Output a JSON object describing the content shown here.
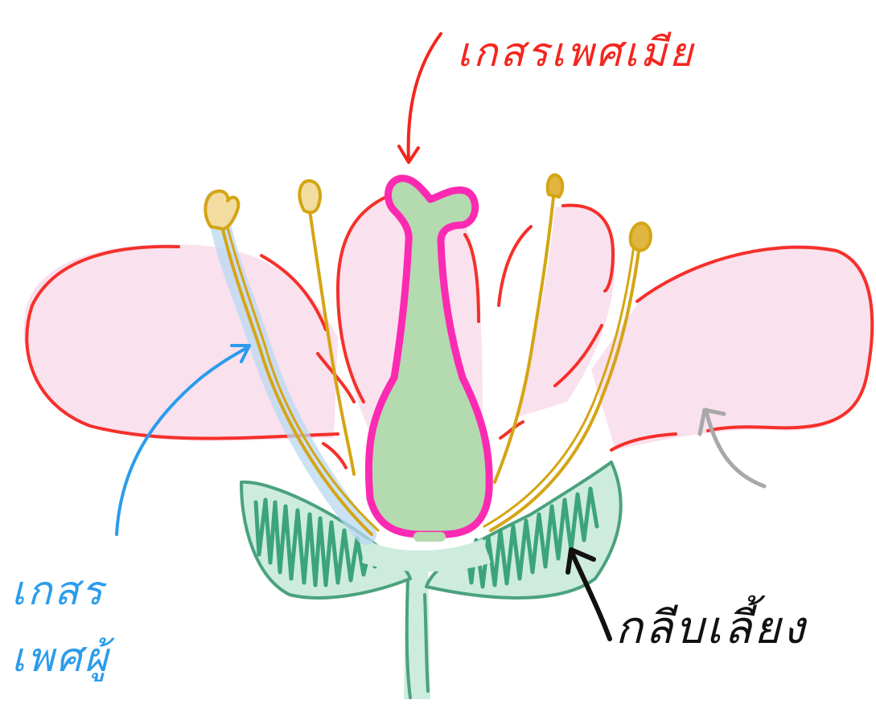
{
  "labels": {
    "pistil": "เกสรเพศเมีย",
    "stamen_line1": "เกสร",
    "stamen_line2": "เพศผู้",
    "sepal": "กลีบเลี้ยง"
  },
  "colors": {
    "petal_fill": "#f9e1ee",
    "petal_outline": "#f5302a",
    "pistil_fill": "#b4dab0",
    "pistil_outline": "#fc2ab2",
    "stamen": "#d4a514",
    "stamen_highlight": "#b9d8f2",
    "sepal_fill": "#cdecde",
    "sepal_dark": "#3ca47b",
    "sepal_outline": "#4aa27e",
    "pistil_label": "#f3261e",
    "stamen_label": "#2b9cec",
    "sepal_label": "#111111",
    "petal_arrow": "#a8a8a8"
  }
}
